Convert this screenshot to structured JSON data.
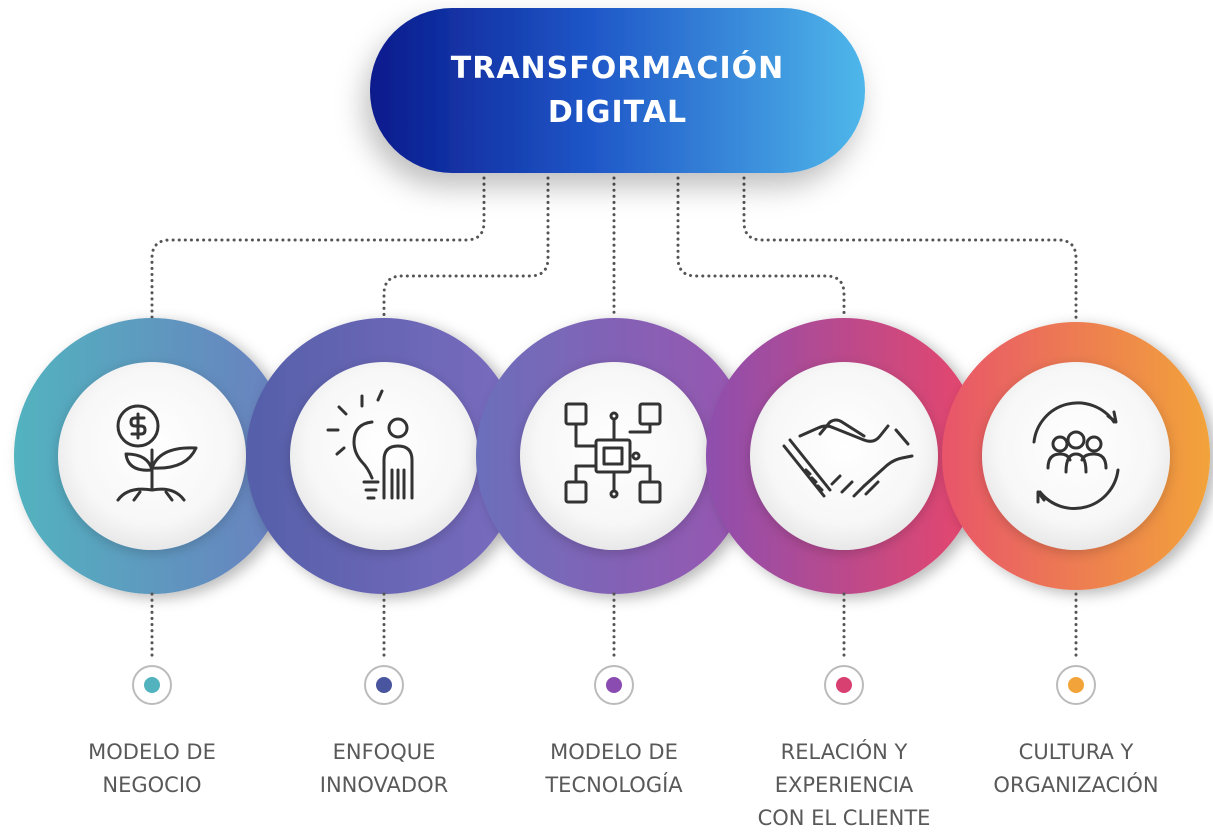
{
  "header": {
    "title_line1": "TRANSFORMACIÓN",
    "title_line2": "DIGITAL",
    "gradient": [
      "#0a1a8c",
      "#1f57c8",
      "#4fb7ea"
    ]
  },
  "items": [
    {
      "label": [
        "MODELO DE",
        "NEGOCIO"
      ],
      "icon": "money-plant-icon",
      "color_start": "#52b3bf",
      "color_end": "#6a7fbf",
      "dot": "#52b3bf"
    },
    {
      "label": [
        "ENFOQUE",
        "INNOVADOR"
      ],
      "icon": "idea-person-icon",
      "color_start": "#5560a9",
      "color_end": "#7b6bc0",
      "dot": "#4a55a0"
    },
    {
      "label": [
        "MODELO DE",
        "TECNOLOGÍA"
      ],
      "icon": "circuit-chip-icon",
      "color_start": "#6b6fbb",
      "color_end": "#9a55b0",
      "dot": "#8a4cb0"
    },
    {
      "label": [
        "RELACIÓN Y",
        "EXPERIENCIA",
        "CON EL CLIENTE"
      ],
      "icon": "handshake-icon",
      "color_start": "#8e4fae",
      "color_end": "#e8456a",
      "dot": "#d94072"
    },
    {
      "label": [
        "CULTURA Y",
        "ORGANIZACIÓN"
      ],
      "icon": "team-cycle-icon",
      "color_start": "#e8556a",
      "color_end": "#f2a33a",
      "dot": "#f2a33a"
    }
  ]
}
